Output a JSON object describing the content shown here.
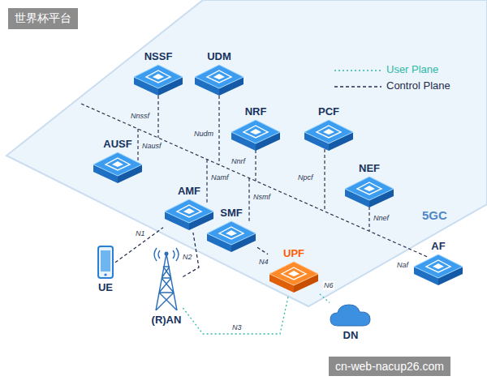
{
  "diagram": {
    "nodes": [
      {
        "text": [
          "5GC"
        ]
      },
      {
        "text": [
          "NSSF"
        ],
        "in": 0
      },
      {
        "text": [
          "UDM"
        ],
        "in": 0
      },
      {
        "text": [
          "NRF"
        ],
        "in": 0
      },
      {
        "text": [
          "PCF"
        ],
        "in": 0
      },
      {
        "text": [
          "AUSF"
        ],
        "in": 0
      },
      {
        "text": [
          "NEF"
        ],
        "in": 0
      },
      {
        "text": [
          "AMF"
        ],
        "in": 0
      },
      {
        "text": [
          "SMF"
        ],
        "in": 0
      },
      {
        "text": [
          "UPF"
        ],
        "in": 0
      },
      {
        "text": [
          "AF"
        ]
      },
      {
        "text": [
          "UE"
        ]
      },
      {
        "text": [
          "(R)AN"
        ]
      },
      {
        "text": [
          "DN"
        ]
      }
    ],
    "edges": [
      {
        "from": 11,
        "to": 7,
        "label": "N1",
        "arrow": "none"
      },
      {
        "from": 12,
        "to": 7,
        "label": "N2",
        "arrow": "none"
      },
      {
        "from": 8,
        "to": 9,
        "label": "N4",
        "arrow": "none"
      },
      {
        "from": 12,
        "to": 9,
        "label": "N3",
        "arrow": "none"
      },
      {
        "from": 9,
        "to": 13,
        "label": "N6",
        "arrow": "none"
      }
    ],
    "labels": [
      "世界杯平台",
      "Nnssf",
      "Nudm",
      "Nausf",
      "Nnrf",
      "Npcf",
      "Namf",
      "Nsmf",
      "Nnef",
      "Naf",
      "cn-web-nacup26.com"
    ],
    "legend": [
      {
        "text": "User Plane"
      },
      {
        "text": "Control Plane"
      }
    ]
  }
}
